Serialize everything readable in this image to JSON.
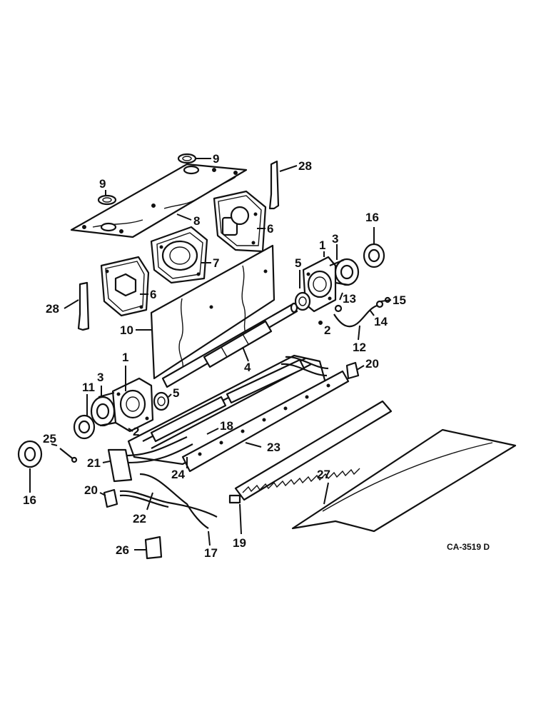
{
  "callouts": {
    "c9a": "9",
    "c9b": "9",
    "c28a": "28",
    "c28b": "28",
    "c8": "8",
    "c6a": "6",
    "c6b": "6",
    "c7": "7",
    "c16a": "16",
    "c16b": "16",
    "c3a": "3",
    "c3b": "3",
    "c1a": "1",
    "c1b": "1",
    "c5a": "5",
    "c5b": "5",
    "c13": "13",
    "c15": "15",
    "c14": "14",
    "c2a": "2",
    "c2b": "2",
    "c12": "12",
    "c10": "10",
    "c4": "4",
    "c20a": "20",
    "c20b": "20",
    "c11": "11",
    "c18": "18",
    "c23": "23",
    "c25": "25",
    "c21": "21",
    "c24": "24",
    "c27": "27",
    "c22": "22",
    "c19": "19",
    "c17": "17",
    "c26": "26"
  },
  "reference_code": "CA-3519 D"
}
